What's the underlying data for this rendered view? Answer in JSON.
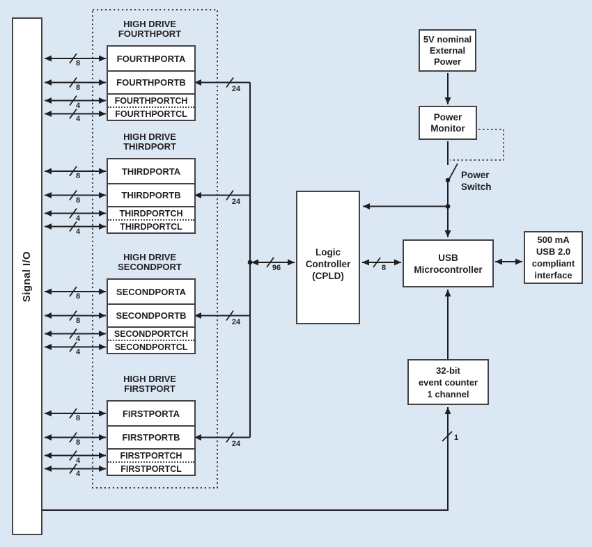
{
  "diagram": {
    "signal_io": "Signal I/O",
    "groups": [
      {
        "header1": "HIGH DRIVE",
        "header2": "FOURTHPORT",
        "porta": "FOURTHPORTA",
        "portb": "FOURTHPORTB",
        "portch": "FOURTHPORTCH",
        "portcl": "FOURTHPORTCL",
        "wa": "8",
        "wb": "8",
        "wch": "4",
        "wcl": "4",
        "wbus": "24"
      },
      {
        "header1": "HIGH DRIVE",
        "header2": "THIRDPORT",
        "porta": "THIRDPORTA",
        "portb": "THIRDPORTB",
        "portch": "THIRDPORTCH",
        "portcl": "THIRDPORTCL",
        "wa": "8",
        "wb": "8",
        "wch": "4",
        "wcl": "4",
        "wbus": "24"
      },
      {
        "header1": "HIGH DRIVE",
        "header2": "SECONDPORT",
        "porta": "SECONDPORTA",
        "portb": "SECONDPORTB",
        "portch": "SECONDPORTCH",
        "portcl": "SECONDPORTCL",
        "wa": "8",
        "wb": "8",
        "wch": "4",
        "wcl": "4",
        "wbus": "24"
      },
      {
        "header1": "HIGH DRIVE",
        "header2": "FIRSTPORT",
        "porta": "FIRSTPORTA",
        "portb": "FIRSTPORTB",
        "portch": "FIRSTPORTCH",
        "portcl": "FIRSTPORTCL",
        "wa": "8",
        "wb": "8",
        "wch": "4",
        "wcl": "4",
        "wbus": "24"
      }
    ],
    "bus96": "96",
    "bus8": "8",
    "bus1": "1",
    "logic_controller": [
      "Logic",
      "Controller",
      "(CPLD)"
    ],
    "usb_microcontroller": [
      "USB",
      "Microcontroller"
    ],
    "usb_interface": [
      "500 mA",
      "USB 2.0",
      "compliant",
      "interface"
    ],
    "external_power": [
      "5V nominal",
      "External",
      "Power"
    ],
    "power_monitor": [
      "Power",
      "Monitor"
    ],
    "power_switch": [
      "Power",
      "Switch"
    ],
    "event_counter": [
      "32-bit",
      "event counter",
      "1 channel"
    ],
    "colors": {
      "background": "#dbe8f4",
      "line": "#1f1f22",
      "box_border": "#424245",
      "box_fill": "#ffffff",
      "text": "#232025"
    }
  }
}
